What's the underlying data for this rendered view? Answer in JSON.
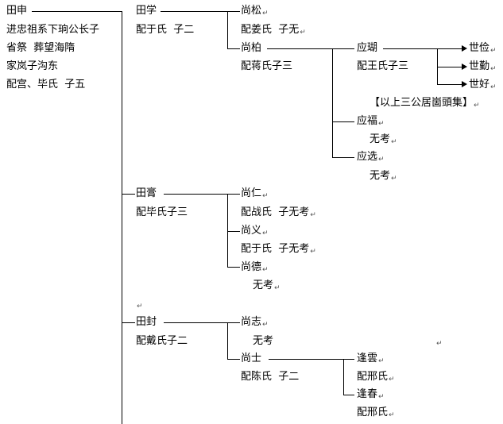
{
  "pilcrow": "↵",
  "root": {
    "name": "田申",
    "bio": [
      "进忠祖系下珦公长子",
      "省祭  葬望海隋",
      "家岚子沟东",
      "配宫、毕氏  子五"
    ]
  },
  "sons": [
    {
      "name": "田学",
      "spouse": "配于氏  子二",
      "children": [
        {
          "name": "尚松",
          "note": "配姜氏  子无"
        },
        {
          "name": "尚柏",
          "note": "配蒋氏子三"
        }
      ]
    },
    {
      "name": "田膏",
      "spouse": "配毕氏子三",
      "children": [
        {
          "name": "尚仁",
          "note": "配战氏  子无考"
        },
        {
          "name": "尚义",
          "note": "配于氏  子无考"
        },
        {
          "name": "尚德",
          "note": "无考"
        }
      ]
    },
    {
      "name": "田封",
      "spouse": "配戴氏子二",
      "children": [
        {
          "name": "尚志",
          "note": "无考"
        },
        {
          "name": "尚士",
          "note": "配陈氏  子二"
        }
      ]
    }
  ],
  "shangbai_sons": [
    {
      "name": "应瑚",
      "note": "配王氏子三"
    },
    {
      "name": "应福",
      "note": "无考"
    },
    {
      "name": "应选",
      "note": "无考"
    }
  ],
  "yinghu_sons": [
    "世俭",
    "世勤",
    "世好"
  ],
  "annotation": "【以上三公居崮頭集】",
  "shangshi_sons": [
    {
      "name": "逢雲",
      "note": "配邢氏"
    },
    {
      "name": "逢春",
      "note": "配邢氏"
    }
  ]
}
